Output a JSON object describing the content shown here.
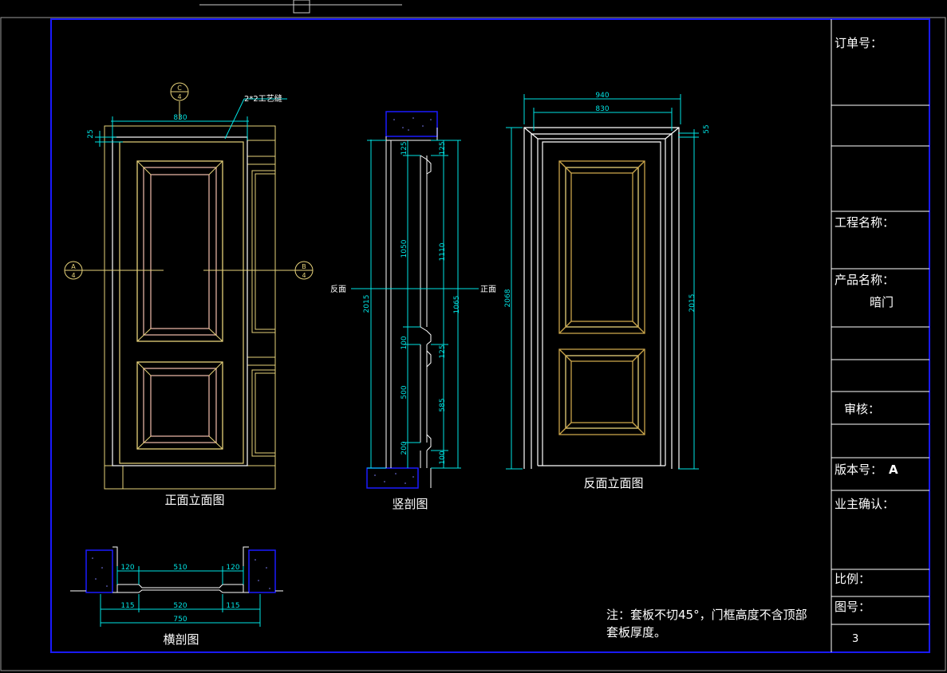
{
  "colors": {
    "background": "#000000",
    "border_blue": "#1a1aff",
    "cyan": "#00e5e5",
    "yellow": "#e6d27a",
    "gold": "#c9a44a",
    "pink": "#e0b0a0",
    "white": "#ffffff",
    "gray": "#9a9a9a"
  },
  "views": {
    "front_elevation_title": "正面立面图",
    "vertical_section_title": "竖剖图",
    "back_elevation_title": "反面立面图",
    "horizontal_section_title": "横剖图"
  },
  "front_view": {
    "section_c_num": "C",
    "section_c_den": "4",
    "section_a_num": "A",
    "section_a_den": "4",
    "section_b_num": "B",
    "section_b_den": "4",
    "groove_note": "2*2工艺缝",
    "dim_width": "830",
    "dim_side": "25"
  },
  "section_view": {
    "label_back": "反面",
    "label_front": "正面",
    "dim_total_left": "2015",
    "dim_125_top": "125",
    "dim_1050": "1050",
    "dim_100": "100",
    "dim_500": "500",
    "dim_200": "200",
    "dim_125_right_top": "125",
    "dim_1110": "1110",
    "dim_1065": "1065",
    "dim_125_right_mid": "125",
    "dim_585": "585",
    "dim_100_right_bottom": "100"
  },
  "back_view": {
    "dim_outer_width": "940",
    "dim_inner_width": "830",
    "dim_side": "55",
    "dim_height_left": "2068",
    "dim_height_right": "2015"
  },
  "horizontal_section": {
    "dim_120_left": "120",
    "dim_510": "510",
    "dim_120_right": "120",
    "dim_115_left": "115",
    "dim_520": "520",
    "dim_115_right": "115",
    "dim_750": "750"
  },
  "note": {
    "line1": "注：套板不切45°，门框高度不含顶部",
    "line2": "套板厚度。"
  },
  "title_block": {
    "order_no": "订单号：",
    "project_name": "工程名称：",
    "product_name_label": "产品名称：",
    "product_name_value": "暗门",
    "review": "审核：",
    "version_label": "版本号：",
    "version_value": "A",
    "owner_confirm": "业主确认：",
    "scale": "比例：",
    "drawing_no": "图号：",
    "sheet_number": "3"
  }
}
